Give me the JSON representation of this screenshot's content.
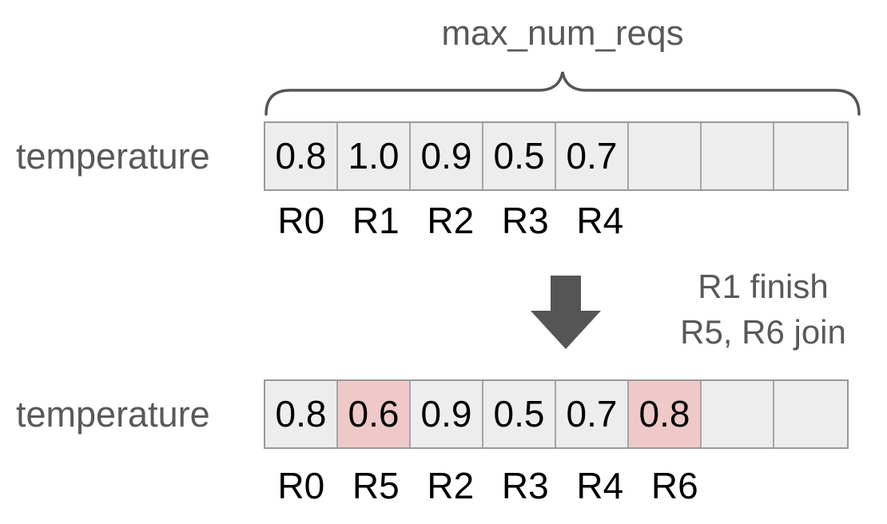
{
  "brace": {
    "label": "max_num_reqs"
  },
  "rows": [
    {
      "label": "temperature",
      "cells": [
        "0.8",
        "1.0",
        "0.9",
        "0.5",
        "0.7",
        "",
        "",
        ""
      ],
      "highlights": [],
      "req_labels": [
        "R0",
        "R1",
        "R2",
        "R3",
        "R4",
        "",
        "",
        ""
      ]
    },
    {
      "label": "temperature",
      "cells": [
        "0.8",
        "0.6",
        "0.9",
        "0.5",
        "0.7",
        "0.8",
        "",
        ""
      ],
      "highlights": [
        1,
        5
      ],
      "req_labels": [
        "R0",
        "R5",
        "R2",
        "R3",
        "R4",
        "R6",
        "",
        ""
      ]
    }
  ],
  "transition": {
    "arrow_icon": "down-block-arrow",
    "line1": "R1 finish",
    "line2": "R5, R6 join"
  },
  "colors": {
    "gray_text": "#595959",
    "line": "#555555",
    "arrow": "#555555",
    "cell_bg": "#ededed",
    "highlight_bg": "#efc9c8",
    "cell_border": "#a6a6a6",
    "outer_border": "#999999",
    "value_text": "#000000"
  }
}
